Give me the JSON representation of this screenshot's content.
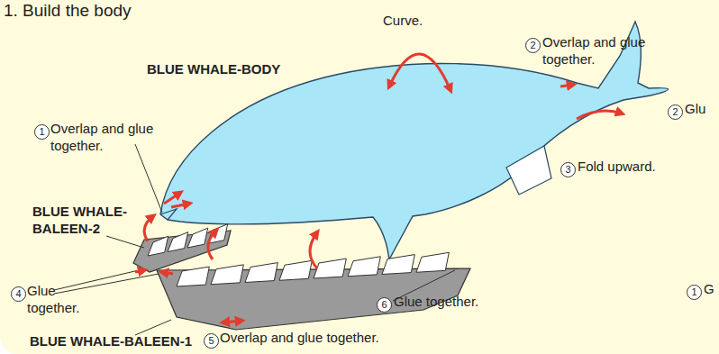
{
  "diagram": {
    "title": "1. Build the body",
    "labels": [
      "Curve.",
      "2",
      "Overlap and glue together.",
      "BLUE WHALE-BODY",
      "2",
      "Glu",
      "3",
      "Fold upward.",
      "1",
      "Overlap and glue together.",
      "BLUE WHALE-BALEEN-2",
      "4",
      "Glue together.",
      "6",
      "Glue together.",
      "1",
      "G",
      "BLUE WHALE-BALEEN-1",
      "5",
      "Overlap and glue together."
    ]
  }
}
